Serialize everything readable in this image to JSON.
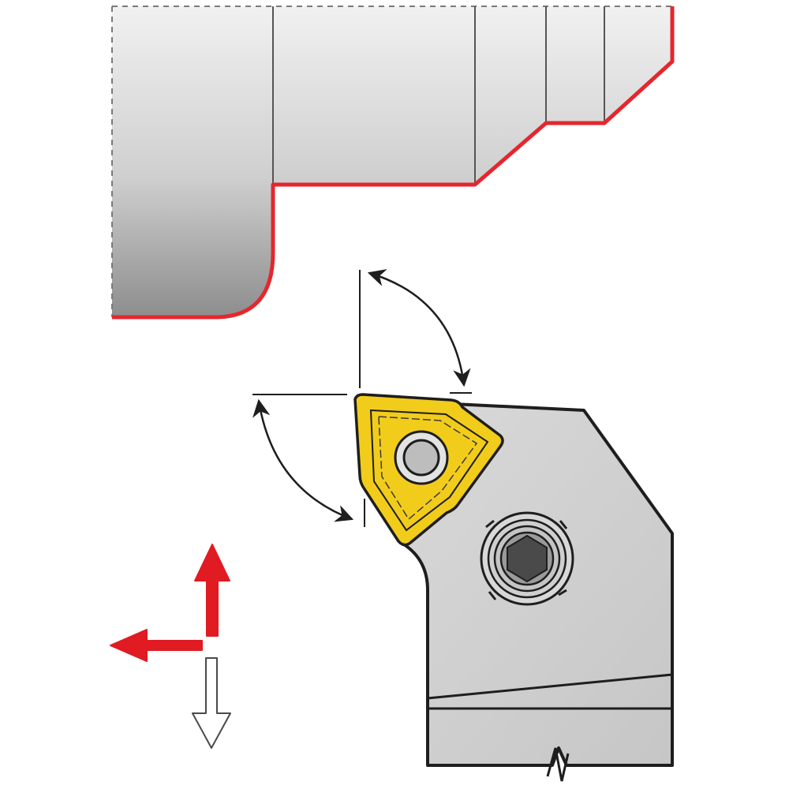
{
  "colors": {
    "background": "#ffffff",
    "workpiece_light": "#e6e6e6",
    "workpiece_dark": "#8a8a8a",
    "machined_profile": "#e5262e",
    "holder_fill": "#d2d2d2",
    "outline": "#1e1e1e",
    "insert_fill": "#f2cc1b",
    "feed_arrow": "#e11b22",
    "hollow_arrow": "#ffffff"
  },
  "components": {
    "workpiece": "turned-workpiece",
    "machined_profile": "red-contour-line",
    "tool_holder": "external-turning-holder",
    "insert": "trigon-insert-yellow",
    "clamp_screw": "hex-socket-screw"
  },
  "indicators": {
    "angles": [
      "approach-angle-arc-icon",
      "insert-angle-arc-icon"
    ],
    "feed_directions": [
      "axial-feed-left-arrow-icon",
      "radial-feed-up-arrow-icon"
    ],
    "secondary_direction": "radial-feed-down-hollow-arrow-icon"
  }
}
